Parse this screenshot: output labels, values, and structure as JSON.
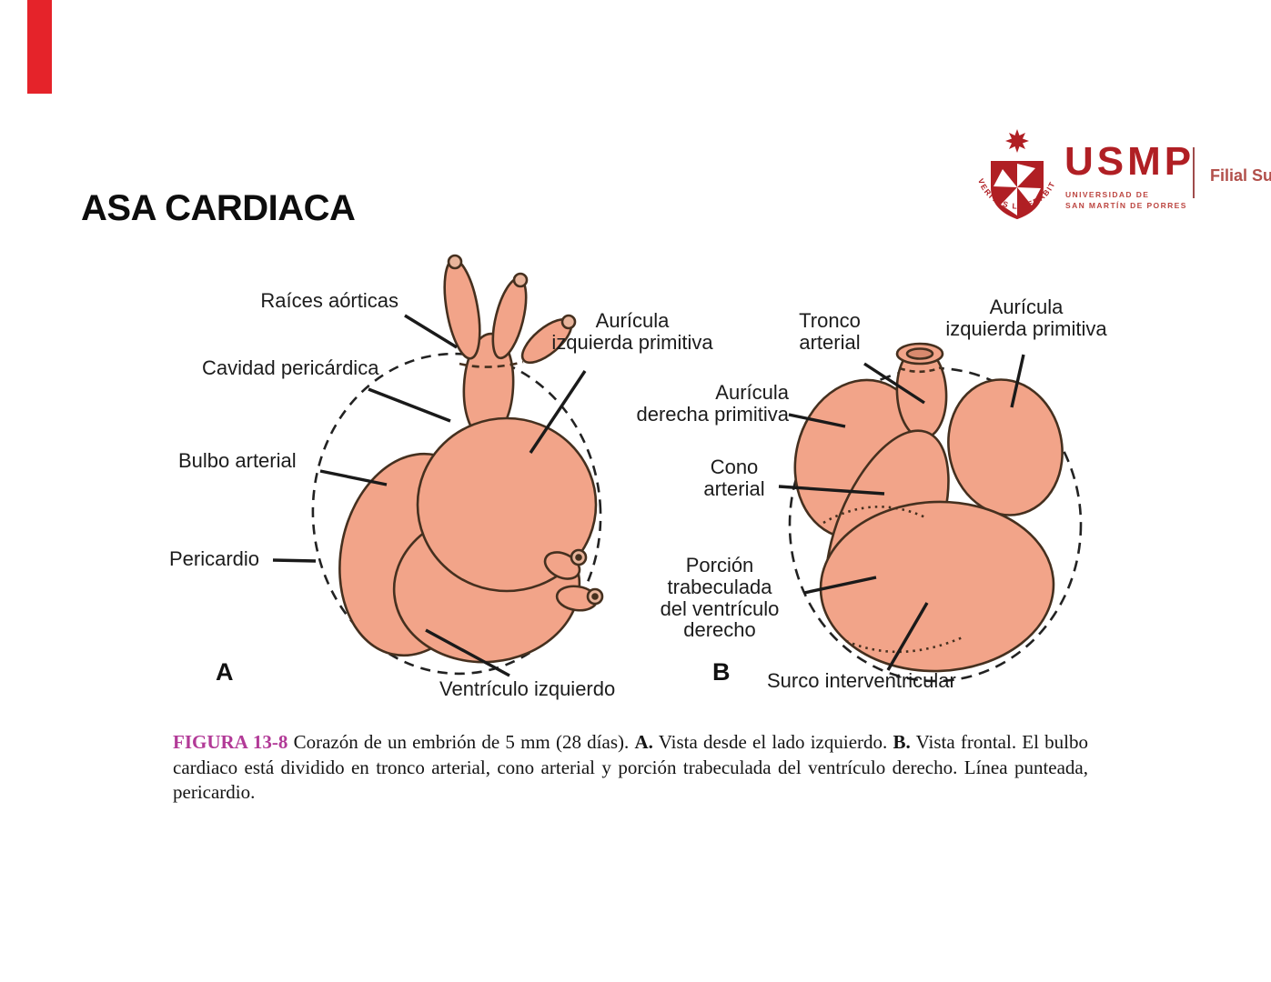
{
  "slide": {
    "title": "ASA CARDIACA",
    "accent_bar_color": "#e5232a"
  },
  "logo": {
    "wordmark": "USMP",
    "sub_line1": "UNIVERSIDAD DE",
    "sub_line2": "SAN MARTÍN DE PORRES",
    "motto": "VERITAS LIBERABIT VOS",
    "branch": "Filial Sur",
    "brand_color": "#b01f24"
  },
  "figure": {
    "colors": {
      "heart_fill": "#f2a489",
      "outline": "#45301f"
    },
    "panel_a": {
      "letter": "A",
      "labels": {
        "raices": "Raíces aórticas",
        "cavidad": "Cavidad pericárdica",
        "bulbo": "Bulbo arterial",
        "pericardio": "Pericardio",
        "auricula_line1": "Aurícula",
        "auricula_line2": "izquierda primitiva",
        "ventriculo": "Ventrículo izquierdo"
      }
    },
    "panel_b": {
      "letter": "B",
      "labels": {
        "tronco_line1": "Tronco",
        "tronco_line2": "arterial",
        "auricula_izq_line1": "Aurícula",
        "auricula_izq_line2": "izquierda primitiva",
        "auricula_der_line1": "Aurícula",
        "auricula_der_line2": "derecha primitiva",
        "cono_line1": "Cono",
        "cono_line2": "arterial",
        "porcion_line1": "Porción",
        "porcion_line2": "trabeculada",
        "porcion_line3": "del ventrículo",
        "porcion_line4": "derecho",
        "surco": "Surco interventricular"
      }
    }
  },
  "caption": {
    "figure_label": "FIGURA 13-8",
    "text_1": " Corazón de un embrión de 5 mm (28 días). ",
    "view_a": "A.",
    "text_2": " Vista desde el lado izquierdo. ",
    "view_b": "B.",
    "text_3": " Vista frontal. El bulbo cardiaco está dividido en tronco arterial, cono arterial y porción trabeculada del ventrículo derecho. Línea punteada, pericardio.",
    "label_color": "#b23a97"
  }
}
